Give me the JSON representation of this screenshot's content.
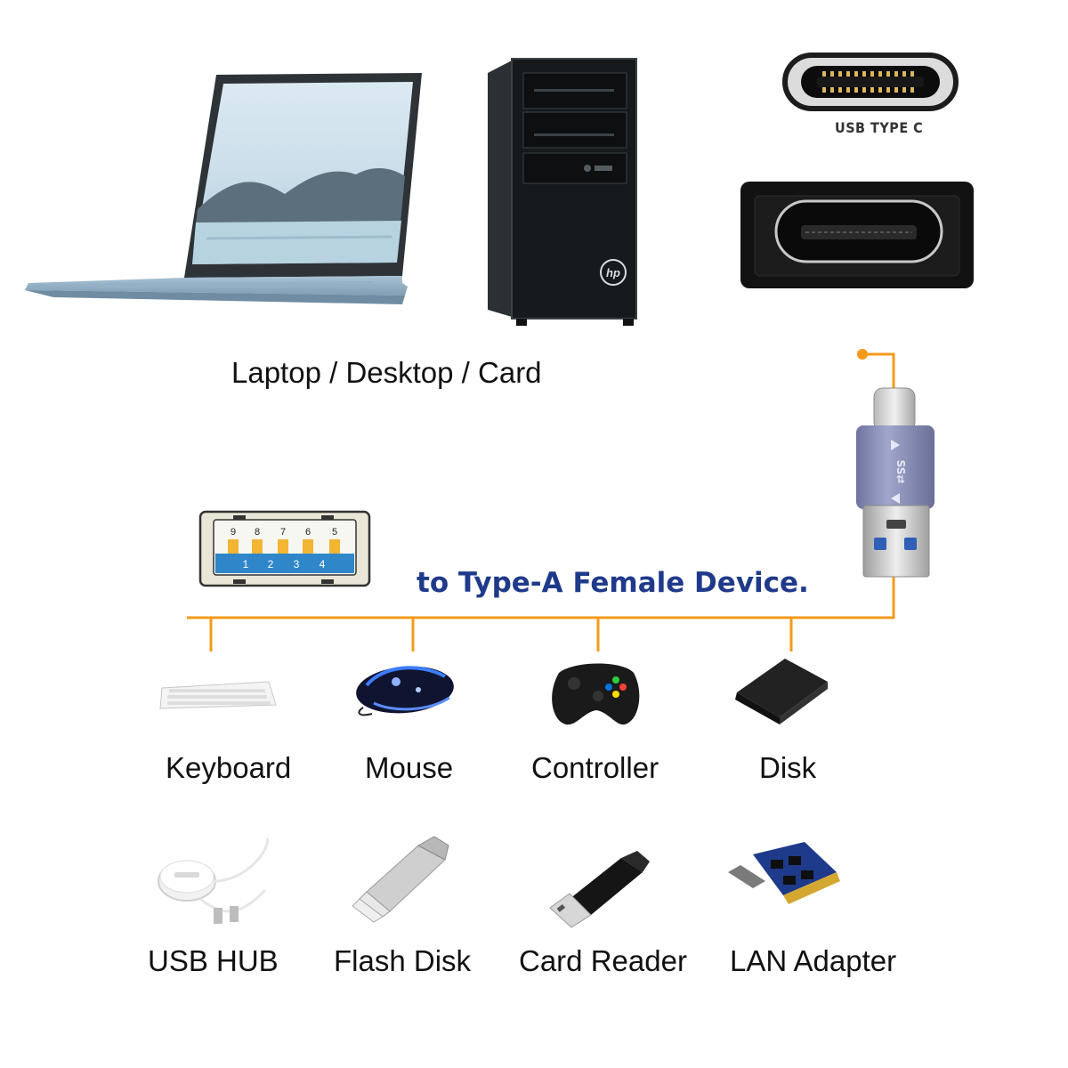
{
  "header": {
    "hosts_label": "Laptop / Desktop / Card",
    "connector_label": "USB TYPE C",
    "headline": "to Type-A Female Device."
  },
  "usb_a_pins": {
    "top_row": [
      "9",
      "8",
      "7",
      "6",
      "5"
    ],
    "bottom_row": [
      "1",
      "2",
      "3",
      "4"
    ]
  },
  "desktop_logo": "hp",
  "devices_row1": [
    {
      "label": "Keyboard",
      "icon": "keyboard-icon"
    },
    {
      "label": "Mouse",
      "icon": "mouse-icon"
    },
    {
      "label": "Controller",
      "icon": "controller-icon"
    },
    {
      "label": "Disk",
      "icon": "disk-icon"
    }
  ],
  "devices_row2": [
    {
      "label": "USB HUB",
      "icon": "usb-hub-icon"
    },
    {
      "label": "Flash Disk",
      "icon": "flash-disk-icon"
    },
    {
      "label": "Card Reader",
      "icon": "card-reader-icon"
    },
    {
      "label": "LAN Adapter",
      "icon": "lan-adapter-icon"
    }
  ],
  "colors": {
    "line": "#f59a1b",
    "headline": "#1f3a8a",
    "adapter_body": "#8a8fb8"
  }
}
